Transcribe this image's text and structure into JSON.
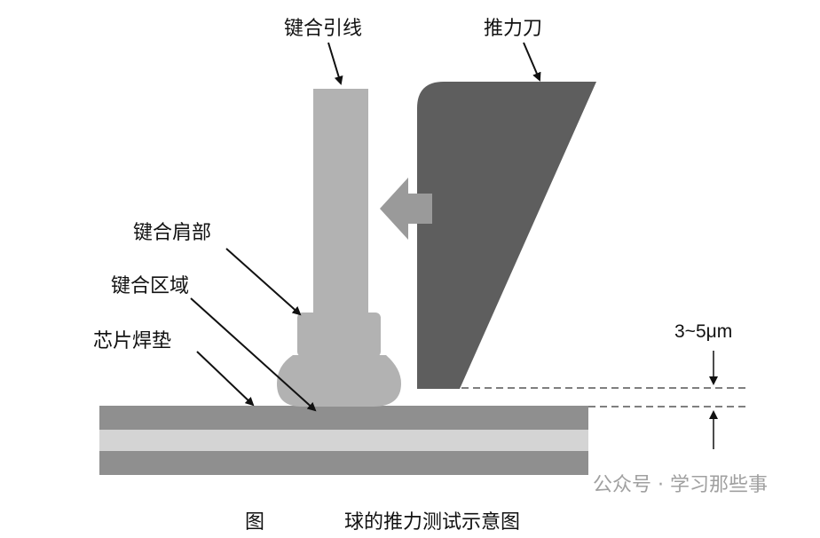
{
  "labels": {
    "wire": "键合引线",
    "tool": "推力刀",
    "shoulder": "键合肩部",
    "bond_area": "键合区域",
    "pad": "芯片焊垫",
    "gap": "3~5μm"
  },
  "caption": {
    "figure": "图",
    "title": "球的推力测试示意图"
  },
  "watermark": "公众号 · 学习那些事",
  "colors": {
    "wire": "#b2b2b2",
    "tool": "#5e5e5e",
    "pad_dark": "#8f8f8f",
    "pad_light": "#d4d4d4"
  }
}
